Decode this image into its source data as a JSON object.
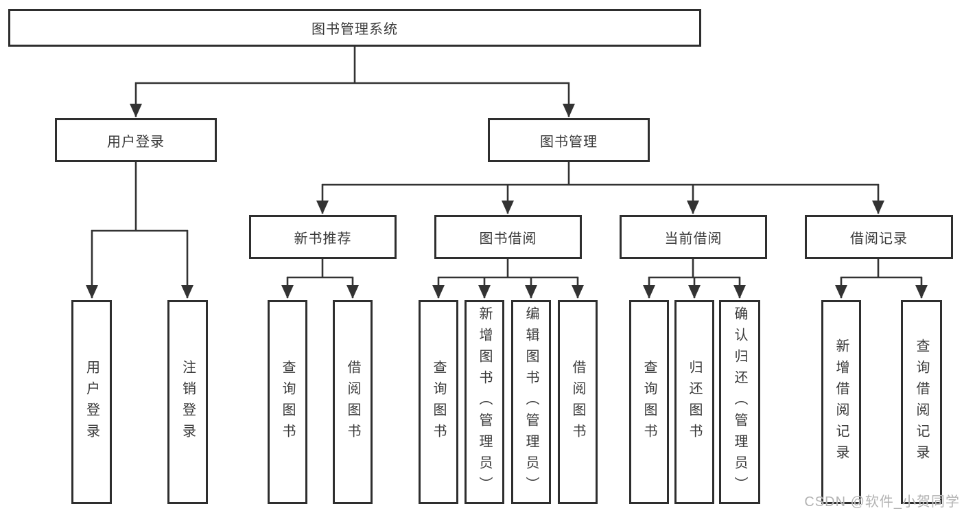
{
  "colors": {
    "line": "#333333",
    "box_border": "#2e2e2e",
    "box_fill": "#ffffff",
    "text": "#3a3a3a",
    "watermark": "#b3b3b3",
    "background": "#ffffff"
  },
  "tree": {
    "root": {
      "label": "图书管理系统"
    },
    "children": [
      {
        "label": "用户登录",
        "children": [
          {
            "label": "用户登录"
          },
          {
            "label": "注销登录"
          }
        ]
      },
      {
        "label": "图书管理",
        "children": [
          {
            "label": "新书推荐",
            "children": [
              {
                "label": "查询图书"
              },
              {
                "label": "借阅图书"
              }
            ]
          },
          {
            "label": "图书借阅",
            "children": [
              {
                "label": "查询图书"
              },
              {
                "label": "新增图书（管理员）"
              },
              {
                "label": "编辑图书（管理员）"
              },
              {
                "label": "借阅图书"
              }
            ]
          },
          {
            "label": "当前借阅",
            "children": [
              {
                "label": "查询图书"
              },
              {
                "label": "归还图书"
              },
              {
                "label": "确认归还（管理员）"
              }
            ]
          },
          {
            "label": "借阅记录",
            "children": [
              {
                "label": "新增借阅记录"
              },
              {
                "label": "查询借阅记录"
              }
            ]
          }
        ]
      }
    ]
  },
  "watermark": {
    "text": "CSDN @软件_小贺同学"
  }
}
